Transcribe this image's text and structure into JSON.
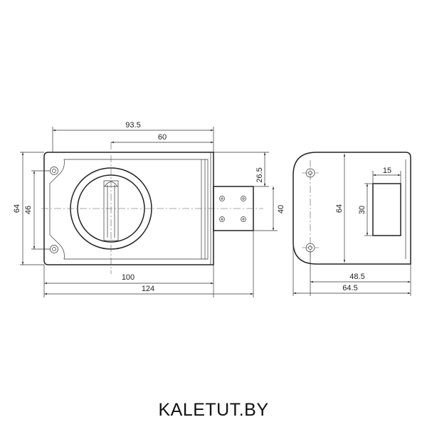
{
  "dimensions": {
    "top_outer": "93.5",
    "top_inner": "60",
    "bottom_inner": "100",
    "bottom_outer": "124",
    "left_outer": "64",
    "left_inner": "46",
    "bolt_offset": "26.5",
    "bolt_height": "40",
    "side_width_top": "15",
    "side_height_right": "64",
    "side_height_left": "30",
    "side_bottom_inner": "48.5",
    "side_bottom_outer": "64.5"
  },
  "brand": {
    "text": "KALETUT.BY"
  }
}
